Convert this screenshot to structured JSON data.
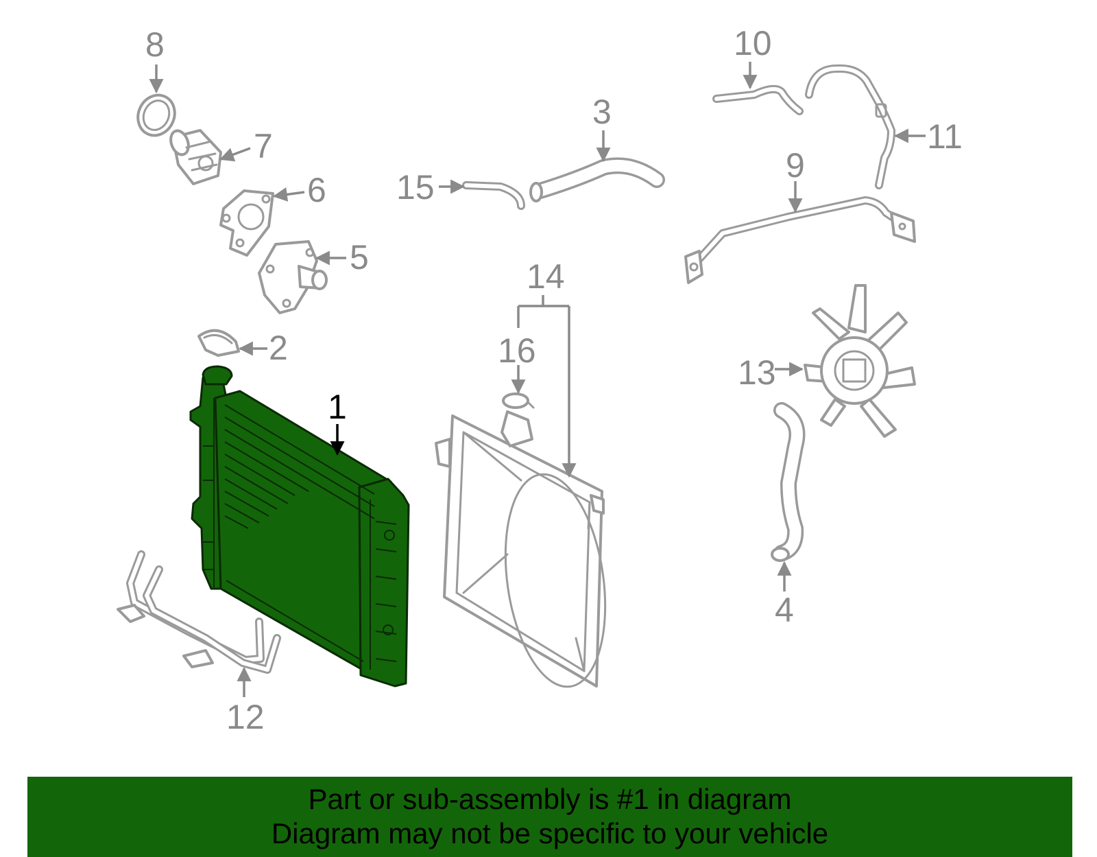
{
  "diagram": {
    "callouts": {
      "c1": "1",
      "c2": "2",
      "c3": "3",
      "c4": "4",
      "c5": "5",
      "c6": "6",
      "c7": "7",
      "c8": "8",
      "c9": "9",
      "c10": "10",
      "c11": "11",
      "c12": "12",
      "c13": "13",
      "c14": "14",
      "c15": "15",
      "c16": "16"
    },
    "highlighted_part": "1",
    "highlight_color": "#136509",
    "part_outline_color": "#9a9a9a"
  },
  "footer": {
    "line1": "Part or sub-assembly is #1 in diagram",
    "line2": "Diagram may not be specific to your vehicle",
    "background": "#136509"
  }
}
